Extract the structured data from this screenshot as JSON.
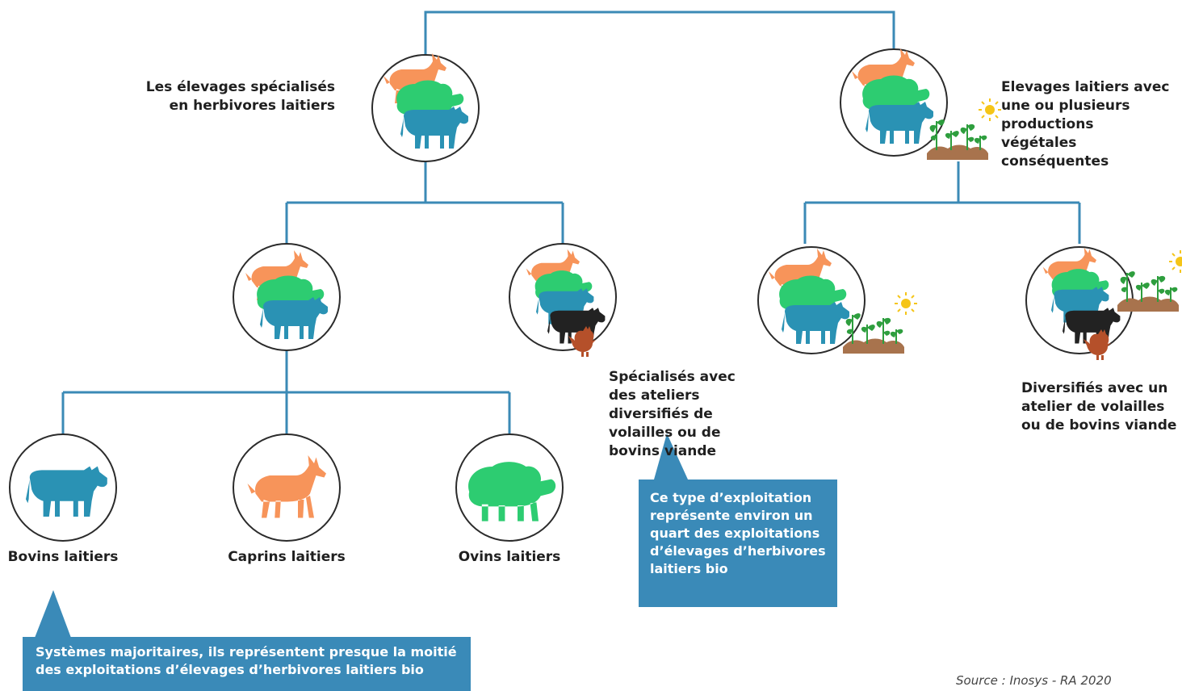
{
  "colors": {
    "line": "#3b8ab6",
    "goat": "#f7945a",
    "sheep": "#2dcc71",
    "cow": "#2a92b4",
    "black": "#222222",
    "hen": "#b5502a",
    "soil": "#a8734d",
    "plant": "#2e9e3e",
    "sun": "#f5c518",
    "callout": "#3a8ab8"
  },
  "nodes": [
    {
      "id": "specialised",
      "label": "Les élevages spécialisés en herbivores laitiers",
      "icons": [
        "goat-icon",
        "sheep-icon",
        "cow-icon"
      ]
    },
    {
      "id": "crops",
      "label": "Elevages laitiers avec une ou plusieurs productions végétales conséquentes",
      "icons": [
        "goat-icon",
        "sheep-icon",
        "cow-icon",
        "crop-icon"
      ]
    },
    {
      "id": "herbivores",
      "label": "",
      "icons": [
        "goat-icon",
        "sheep-icon",
        "cow-icon"
      ]
    },
    {
      "id": "specialised-diversified",
      "label": "Spécialisés avec des ateliers diversifiés de volailles ou de bovins viande",
      "icons": [
        "goat-icon",
        "sheep-icon",
        "cow-icon",
        "black-cow-icon",
        "hen-icon"
      ]
    },
    {
      "id": "crops-only",
      "label": "",
      "icons": [
        "goat-icon",
        "sheep-icon",
        "cow-icon",
        "crop-icon"
      ]
    },
    {
      "id": "diversified",
      "label": "Diversifiés avec un atelier de volailles ou de bovins viande",
      "icons": [
        "goat-icon",
        "sheep-icon",
        "cow-icon",
        "black-cow-icon",
        "hen-icon",
        "crop-icon"
      ]
    },
    {
      "id": "bovins",
      "label": "Bovins laitiers",
      "icons": [
        "cow-icon"
      ]
    },
    {
      "id": "caprins",
      "label": "Caprins laitiers",
      "icons": [
        "goat-icon"
      ]
    },
    {
      "id": "ovins",
      "label": "Ovins laitiers",
      "icons": [
        "sheep-icon"
      ]
    }
  ],
  "callouts": [
    {
      "text": "Ce type d’exploitation représente environ un quart des exploitations d’élevages d’herbivores laitiers bio"
    },
    {
      "text": "Systèmes majoritaires, ils représentent presque la moitié des exploitations d’élevages d’herbivores laitiers bio"
    }
  ],
  "source": "Source : Inosys - RA 2020"
}
